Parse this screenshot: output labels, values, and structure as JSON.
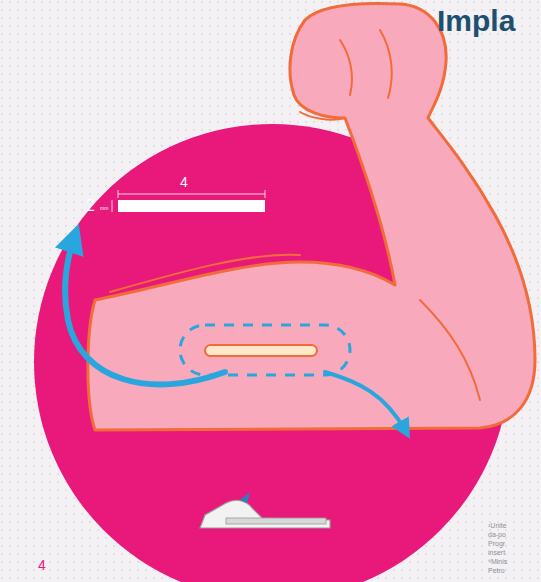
{
  "diagram": {
    "title": "Impla",
    "labels": [
      "4",
      "2",
      "mm",
      "4",
      "¹Unite",
      "da-po",
      "Progr",
      "insert",
      "⁶Minis",
      "Petro"
    ]
  }
}
